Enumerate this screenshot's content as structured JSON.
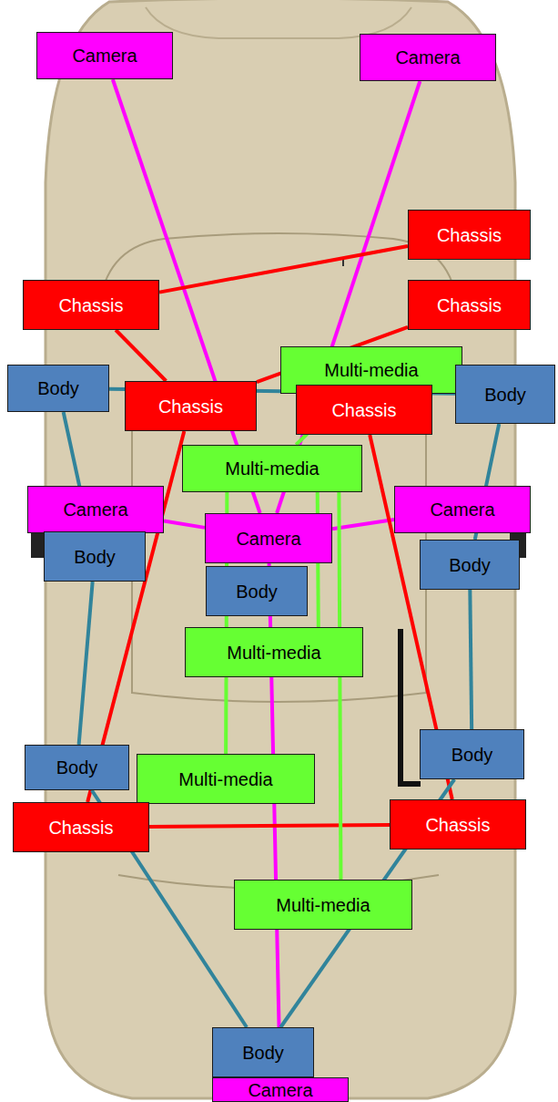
{
  "diagram": {
    "nodes": [
      {
        "text": [
          "Camera"
        ]
      },
      {
        "text": [
          "Camera"
        ]
      },
      {
        "text": [
          "Chassis"
        ]
      },
      {
        "text": [
          "Chassis"
        ]
      },
      {
        "text": [
          "Chassis"
        ]
      },
      {
        "text": [
          "Multi-media"
        ]
      },
      {
        "text": [
          "Body"
        ]
      },
      {
        "text": [
          "Body"
        ]
      },
      {
        "text": [
          "Chassis"
        ]
      },
      {
        "text": [
          "Chassis"
        ]
      },
      {
        "text": [
          "Multi-media"
        ]
      },
      {
        "text": [
          "Camera"
        ]
      },
      {
        "text": [
          "Camera"
        ]
      },
      {
        "text": [
          "Camera"
        ]
      },
      {
        "text": [
          "Body"
        ]
      },
      {
        "text": [
          "Body"
        ]
      },
      {
        "text": [
          "Body"
        ]
      },
      {
        "text": [
          "Multi-media"
        ]
      },
      {
        "text": [
          "Body"
        ]
      },
      {
        "text": [
          "Multi-media"
        ]
      },
      {
        "text": [
          "Body"
        ]
      },
      {
        "text": [
          "Chassis"
        ]
      },
      {
        "text": [
          "Chassis"
        ]
      },
      {
        "text": [
          "Multi-media"
        ]
      },
      {
        "text": [
          "Body"
        ]
      },
      {
        "text": [
          "Camera"
        ]
      }
    ],
    "edges": [
      {
        "from": 0,
        "to": 12,
        "arrow": "none"
      },
      {
        "from": 1,
        "to": 12,
        "arrow": "none"
      },
      {
        "from": 11,
        "to": 12,
        "arrow": "none"
      },
      {
        "from": 13,
        "to": 12,
        "arrow": "none"
      },
      {
        "from": 12,
        "to": 25,
        "arrow": "none"
      },
      {
        "from": 2,
        "to": 3,
        "arrow": "none"
      },
      {
        "from": 3,
        "to": 8,
        "arrow": "none"
      },
      {
        "from": 4,
        "to": 8,
        "arrow": "none"
      },
      {
        "from": 8,
        "to": 21,
        "arrow": "none"
      },
      {
        "from": 9,
        "to": 22,
        "arrow": "none"
      },
      {
        "from": 21,
        "to": 22,
        "arrow": "none"
      },
      {
        "from": 6,
        "to": 7,
        "arrow": "none"
      },
      {
        "from": 6,
        "to": 14,
        "arrow": "none"
      },
      {
        "from": 14,
        "to": 18,
        "arrow": "none"
      },
      {
        "from": 7,
        "to": 15,
        "arrow": "none"
      },
      {
        "from": 15,
        "to": 20,
        "arrow": "none"
      },
      {
        "from": 18,
        "to": 24,
        "arrow": "none"
      },
      {
        "from": 20,
        "to": 24,
        "arrow": "none"
      },
      {
        "from": 5,
        "to": 10,
        "arrow": "none"
      },
      {
        "from": 10,
        "to": 17,
        "arrow": "none"
      },
      {
        "from": 10,
        "to": 19,
        "arrow": "none"
      },
      {
        "from": 10,
        "to": 23,
        "arrow": "none"
      }
    ]
  }
}
